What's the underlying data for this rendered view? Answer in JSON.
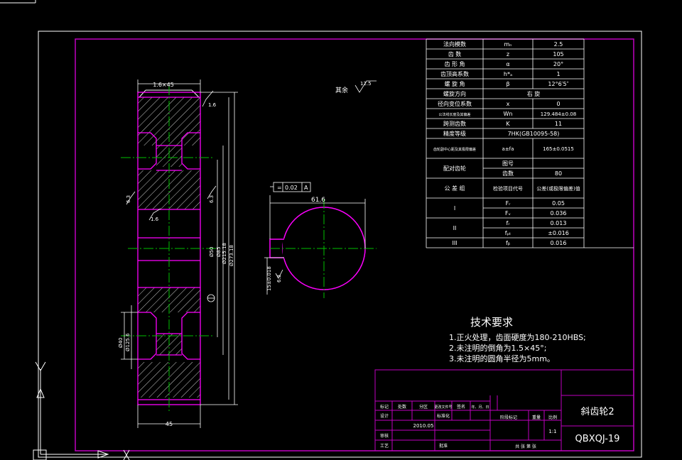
{
  "drawing": {
    "border_color": "#c000c0",
    "outline_color": "#ffffff",
    "center_line_color": "#00c000",
    "gear_outline_color": "#ff00ff",
    "surface_note": "其余",
    "roughness_general": "12.5",
    "dims": {
      "top_chamfer": "1.6×45",
      "bottom_width": "45",
      "ra_right_top": "1.6",
      "ra_left": "6.3",
      "ra_right_mid": "6.3",
      "ra_hub": "1.6",
      "d_bore": "Ø50",
      "d1": "Ø85",
      "d2": "Ø215.18",
      "d3": "Ø273.18",
      "d_hole1": "Ø40",
      "d_hole2": "Ø125.6",
      "keyway_width": "61.6",
      "keyway_depth": "15±0.018",
      "tol_value": "0.02",
      "tol_datum": "A",
      "ra_key": "6.3"
    }
  },
  "param_table": {
    "rows": [
      {
        "label": "法向模数",
        "symbol": "mₙ",
        "value": "2.5"
      },
      {
        "label": "齿  数",
        "symbol": "z",
        "value": "105"
      },
      {
        "label": "齿 形 角",
        "symbol": "α",
        "value": "20°"
      },
      {
        "label": "齿顶高系数",
        "symbol": "h*ₐ",
        "value": "1"
      },
      {
        "label": "螺 旋 角",
        "symbol": "β",
        "value": "12°6′5″"
      },
      {
        "label": "螺旋方向",
        "value": "右  旋"
      },
      {
        "label": "径向变位系数",
        "symbol": "x",
        "value": "0"
      },
      {
        "label": "公法线长度及其偏差",
        "symbol": "Wn",
        "value": "129.484±0.08"
      },
      {
        "label": "跨测齿数",
        "symbol": "K",
        "value": "11"
      },
      {
        "label": "精度等级",
        "value": "7HK(GB10095-58)"
      },
      {
        "label": "齿轮副中心距及其极限偏差",
        "symbol": "a±fa",
        "value": "165±0.0515"
      },
      {
        "label": "配对齿轮",
        "sub": [
          {
            "symbol": "图号",
            "value": ""
          },
          {
            "symbol": "齿数",
            "value": "80"
          }
        ]
      },
      {
        "label": "公 差 组",
        "symbol": "检验项目代号",
        "value": "公差(或极限偏差)值"
      }
    ],
    "tolerance_groups": [
      {
        "group": "I",
        "items": [
          {
            "symbol": "Fᵣ",
            "value": "0.05"
          },
          {
            "symbol": "Fᵥ",
            "value": "0.036"
          }
        ]
      },
      {
        "group": "II",
        "items": [
          {
            "symbol": "fᵣ",
            "value": "0.013"
          },
          {
            "symbol": "fₚₜ",
            "value": "±0.016"
          }
        ]
      },
      {
        "group": "III",
        "items": [
          {
            "symbol": "fᵦ",
            "value": "0.016"
          }
        ]
      }
    ]
  },
  "tech_requirements": {
    "title": "技术要求",
    "items": [
      "1.正火处理，齿面硬度为180-210HBS;",
      "2.未注明的倒角为1.5×45°;",
      "3.未注明的圆角半径为5mm。"
    ]
  },
  "title_block": {
    "part_name": "斜齿轮2",
    "drawing_no": "QBXQJ-19",
    "date": "2010.05",
    "scale": "1:1",
    "labels": {
      "mark": "标记",
      "count": "处数",
      "zone": "分区",
      "change_doc": "更改文件号",
      "sign": "签名",
      "ymd": "年、月、日",
      "design": "设计",
      "standardize": "标准化",
      "stage": "阶段标记",
      "weight": "重量",
      "ratio": "比例",
      "review": "审核",
      "process": "工艺",
      "approve": "批准",
      "sheets": "共  张  第  张"
    }
  }
}
